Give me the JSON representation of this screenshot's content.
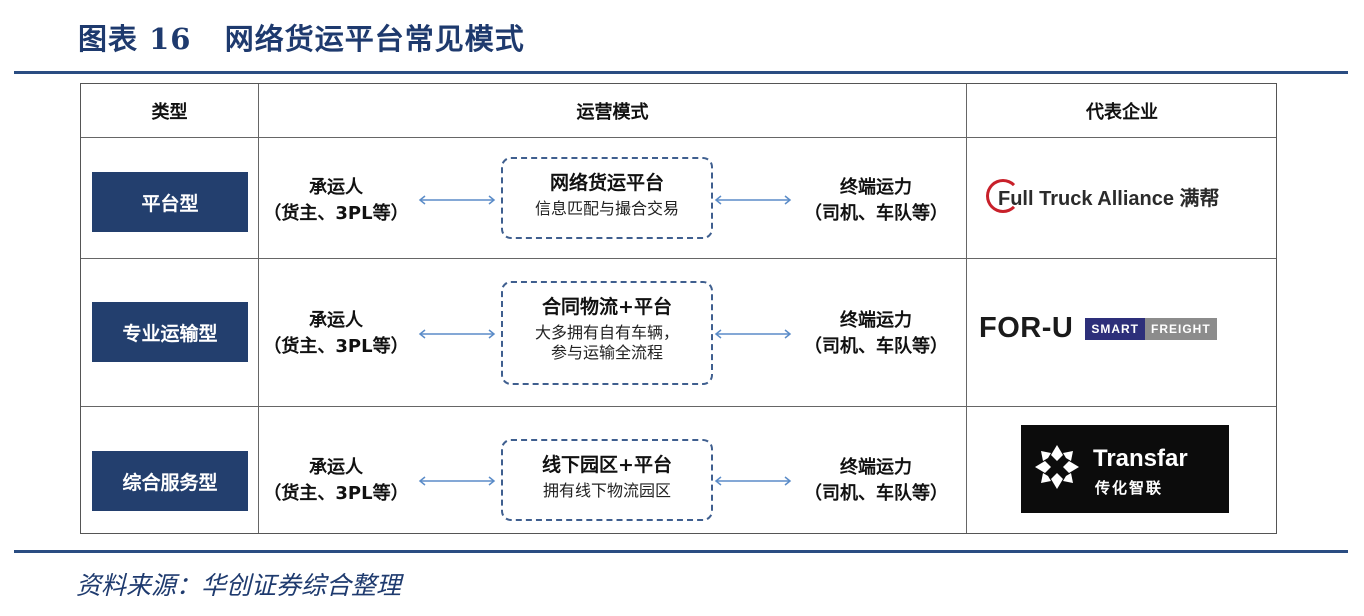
{
  "title": "图表 16   网络货运平台常见模式",
  "source": "资料来源：华创证券综合整理",
  "table": {
    "headers": [
      "类型",
      "运营模式",
      "代表企业"
    ],
    "rows": [
      {
        "type": "平台型",
        "left_line1": "承运人",
        "left_line2": "（货主、3PL等）",
        "center_main": "网络货运平台",
        "center_sub": [
          "信息匹配与撮合交易"
        ],
        "right_line1": "终端运力",
        "right_line2": "（司机、车队等）",
        "company": "Full Truck Alliance 满帮"
      },
      {
        "type": "专业运输型",
        "left_line1": "承运人",
        "left_line2": "（货主、3PL等）",
        "center_main": "合同物流+平台",
        "center_sub": [
          "大多拥有自有车辆，",
          "参与运输全流程"
        ],
        "right_line1": "终端运力",
        "right_line2": "（司机、车队等）",
        "company": "FOR-U",
        "company_tag1": "SMART",
        "company_tag2": "FREIGHT"
      },
      {
        "type": "综合服务型",
        "left_line1": "承运人",
        "left_line2": "（货主、3PL等）",
        "center_main": "线下园区+平台",
        "center_sub": [
          "拥有线下物流园区"
        ],
        "right_line1": "终端运力",
        "right_line2": "（司机、车队等）",
        "company": "Transfar",
        "company_cn": "传化智联"
      }
    ]
  },
  "colors": {
    "title": "#1e3a6e",
    "type_box": "#233f6e",
    "arrow": "#5b8cc8",
    "fta_red": "#c8202a"
  }
}
